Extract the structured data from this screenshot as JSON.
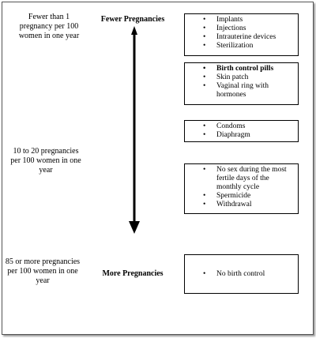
{
  "rates": {
    "top": "Fewer than 1 pregnancy per 100 women in one year",
    "middle": "10 to 20 pregnancies per 100 women in one year",
    "bottom": "85 or more pregnancies per 100 women in one year"
  },
  "labels": {
    "fewer": "Fewer Pregnancies",
    "more": "More Pregnancies"
  },
  "bullet": "•",
  "groups": [
    {
      "items": [
        {
          "text": "Implants"
        },
        {
          "text": "Injections"
        },
        {
          "text": "Intrauterine devices"
        },
        {
          "text": "Sterilization"
        }
      ]
    },
    {
      "items": [
        {
          "text": "Birth control pills",
          "bold": true
        },
        {
          "text": "Skin patch"
        },
        {
          "text": "Vaginal ring with hormones"
        }
      ]
    },
    {
      "items": [
        {
          "text": "Condoms"
        },
        {
          "text": "Diaphragm"
        }
      ]
    },
    {
      "items": [
        {
          "text": "No sex during the most fertile days of the monthly cycle"
        },
        {
          "text": "Spermicide"
        },
        {
          "text": "Withdrawal"
        }
      ]
    },
    {
      "items": [
        {
          "text": "No birth control"
        }
      ]
    }
  ],
  "colors": {
    "arrow": "#000000",
    "frame": "#555555",
    "shadow": "#9a9a9a"
  }
}
